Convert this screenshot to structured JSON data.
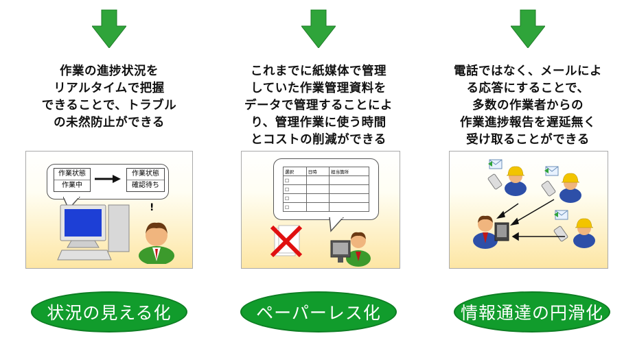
{
  "columns": [
    {
      "description": "作業の進捗状況を\nリアルタイムで把握\nできることで、トラブル\nの未然防止ができる",
      "label": "状況の見える化",
      "panel": {
        "before_header": "作業状態",
        "before_value": "作業中",
        "after_header": "作業状態",
        "after_value": "確認待ち",
        "exclaim": "!"
      }
    },
    {
      "description": "これまでに紙媒体で管理\nしていた作業管理資料を\nデータで管理することによ\nり、管理作業に使う時間\nとコストの削減ができる",
      "label": "ペーパーレス化",
      "panel": {
        "table_headers": [
          "選択",
          "日時",
          "担当箇所"
        ],
        "checkbox": "□"
      }
    },
    {
      "description": "電話ではなく、メールによ\nる応答にすることで、\n多数の作業者からの\n作業進捗報告を遅延無く\n受け取ることができる",
      "label": "情報通達の円滑化"
    }
  ],
  "colors": {
    "arrow": "#2fa43a",
    "pill": "#119c2c",
    "panel_bottom": "#fde6a4"
  }
}
